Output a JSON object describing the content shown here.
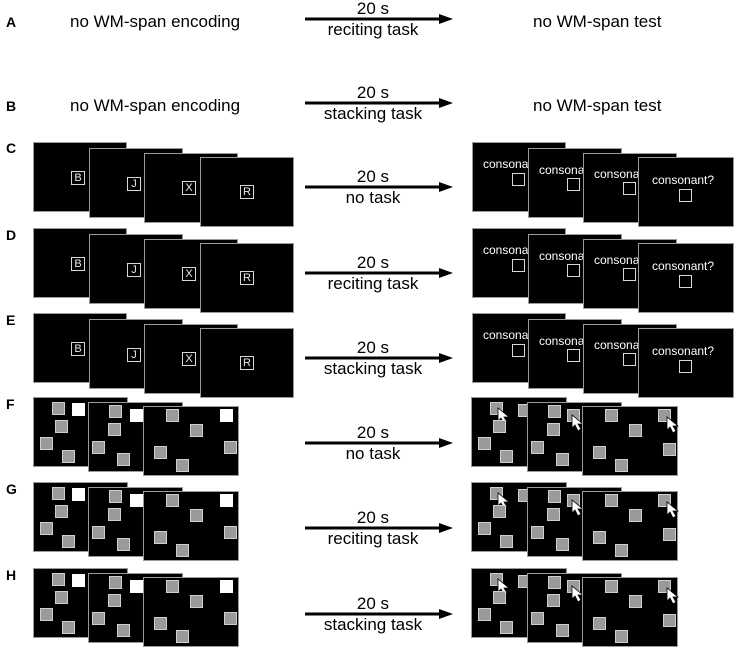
{
  "rows": [
    {
      "label": "A",
      "encoding": "no WM-span encoding",
      "delay": "20 s",
      "task": "reciting task",
      "test": "no WM-span test"
    },
    {
      "label": "B",
      "encoding": "no WM-span encoding",
      "delay": "20 s",
      "task": "stacking task",
      "test": "no WM-span test"
    },
    {
      "label": "C",
      "delay": "20 s",
      "task": "no task"
    },
    {
      "label": "D",
      "delay": "20 s",
      "task": "reciting task"
    },
    {
      "label": "E",
      "delay": "20 s",
      "task": "stacking task"
    },
    {
      "label": "F",
      "delay": "20 s",
      "task": "no task"
    },
    {
      "label": "G",
      "delay": "20 s",
      "task": "reciting task"
    },
    {
      "label": "H",
      "delay": "20 s",
      "task": "stacking task"
    }
  ],
  "verbal_letters": [
    "B",
    "J",
    "X",
    "R"
  ],
  "verbal_probe_text": [
    "consonant?",
    "consonant?",
    "consonant?",
    "consonant?"
  ],
  "colors": {
    "screen": "#000000",
    "square": "#9a9a9a",
    "highlight": "#ffffff",
    "arrow": "#000000"
  }
}
